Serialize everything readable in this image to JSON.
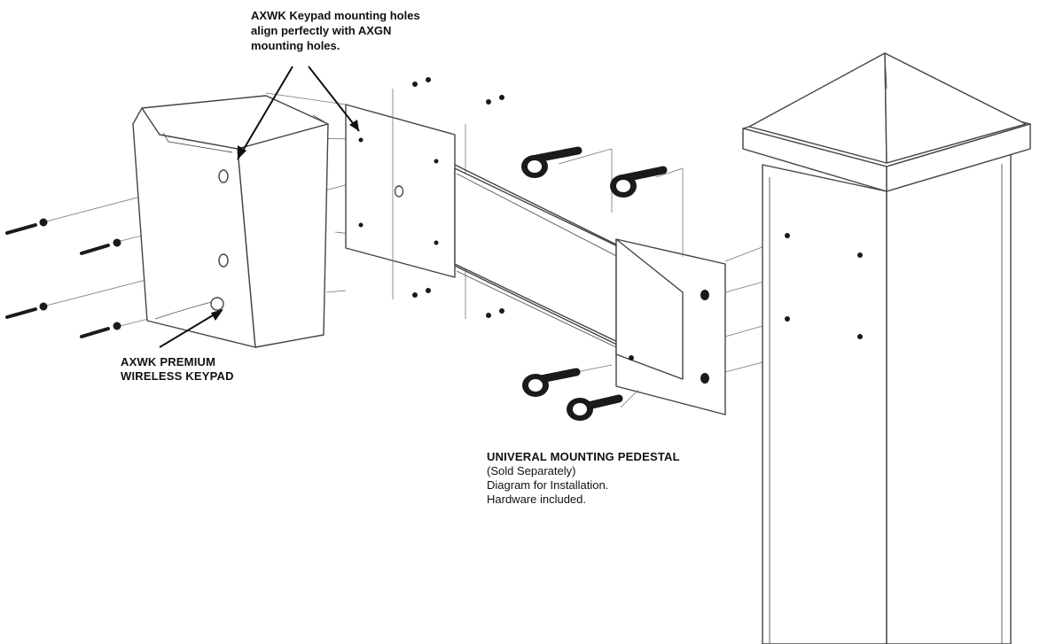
{
  "labels": {
    "keypad_holes_note": [
      "AXWK Keypad mounting holes",
      "align perfectly with AXGN",
      "mounting holes."
    ],
    "keypad_title": [
      "AXWK PREMIUM",
      "WIRELESS KEYPAD"
    ],
    "pedestal": {
      "title": "UNIVERAL MOUNTING PEDESTAL",
      "lines": [
        "(Sold Separately)",
        "Diagram for Installation.",
        "Hardware included."
      ]
    }
  }
}
